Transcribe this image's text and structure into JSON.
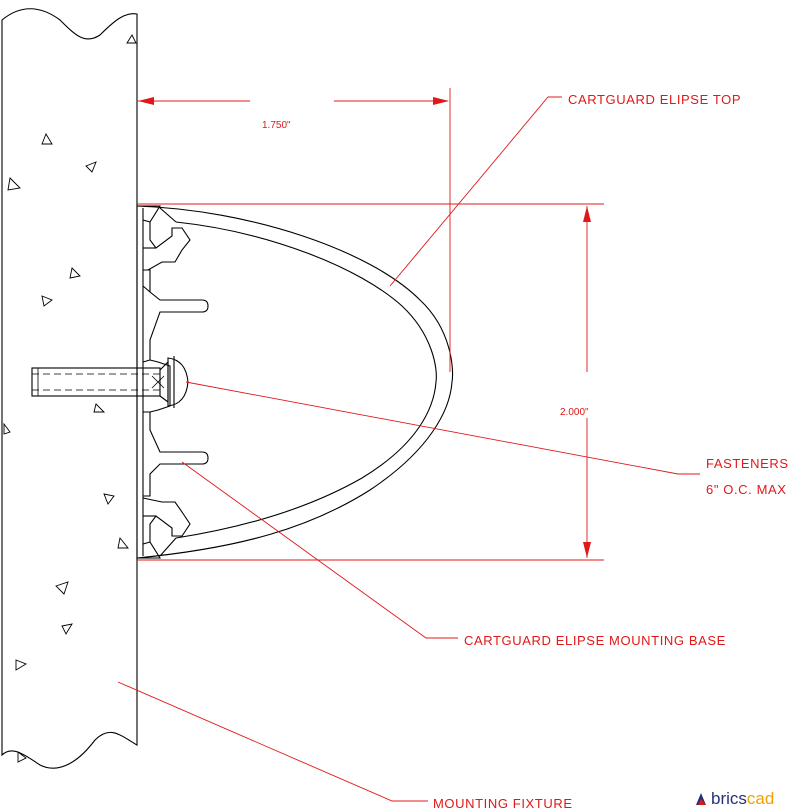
{
  "labels": {
    "ellipse_top": "CARTGUARD ELIPSE TOP",
    "fasteners": "FASTENERS",
    "fasteners_spacing": "6\" O.C. MAX",
    "mounting_base": "CARTGUARD ELIPSE MOUNTING BASE",
    "mounting_fixture": "MOUNTING FIXTURE"
  },
  "dimensions": {
    "depth": "1.750\"",
    "height": "2.000\""
  },
  "brand": {
    "part1": "brics",
    "part2": "cad",
    "logo_icon": "bricscad-logo-icon"
  },
  "colors": {
    "annotation": "#e01818",
    "linework": "#000000",
    "background": "#ffffff"
  }
}
